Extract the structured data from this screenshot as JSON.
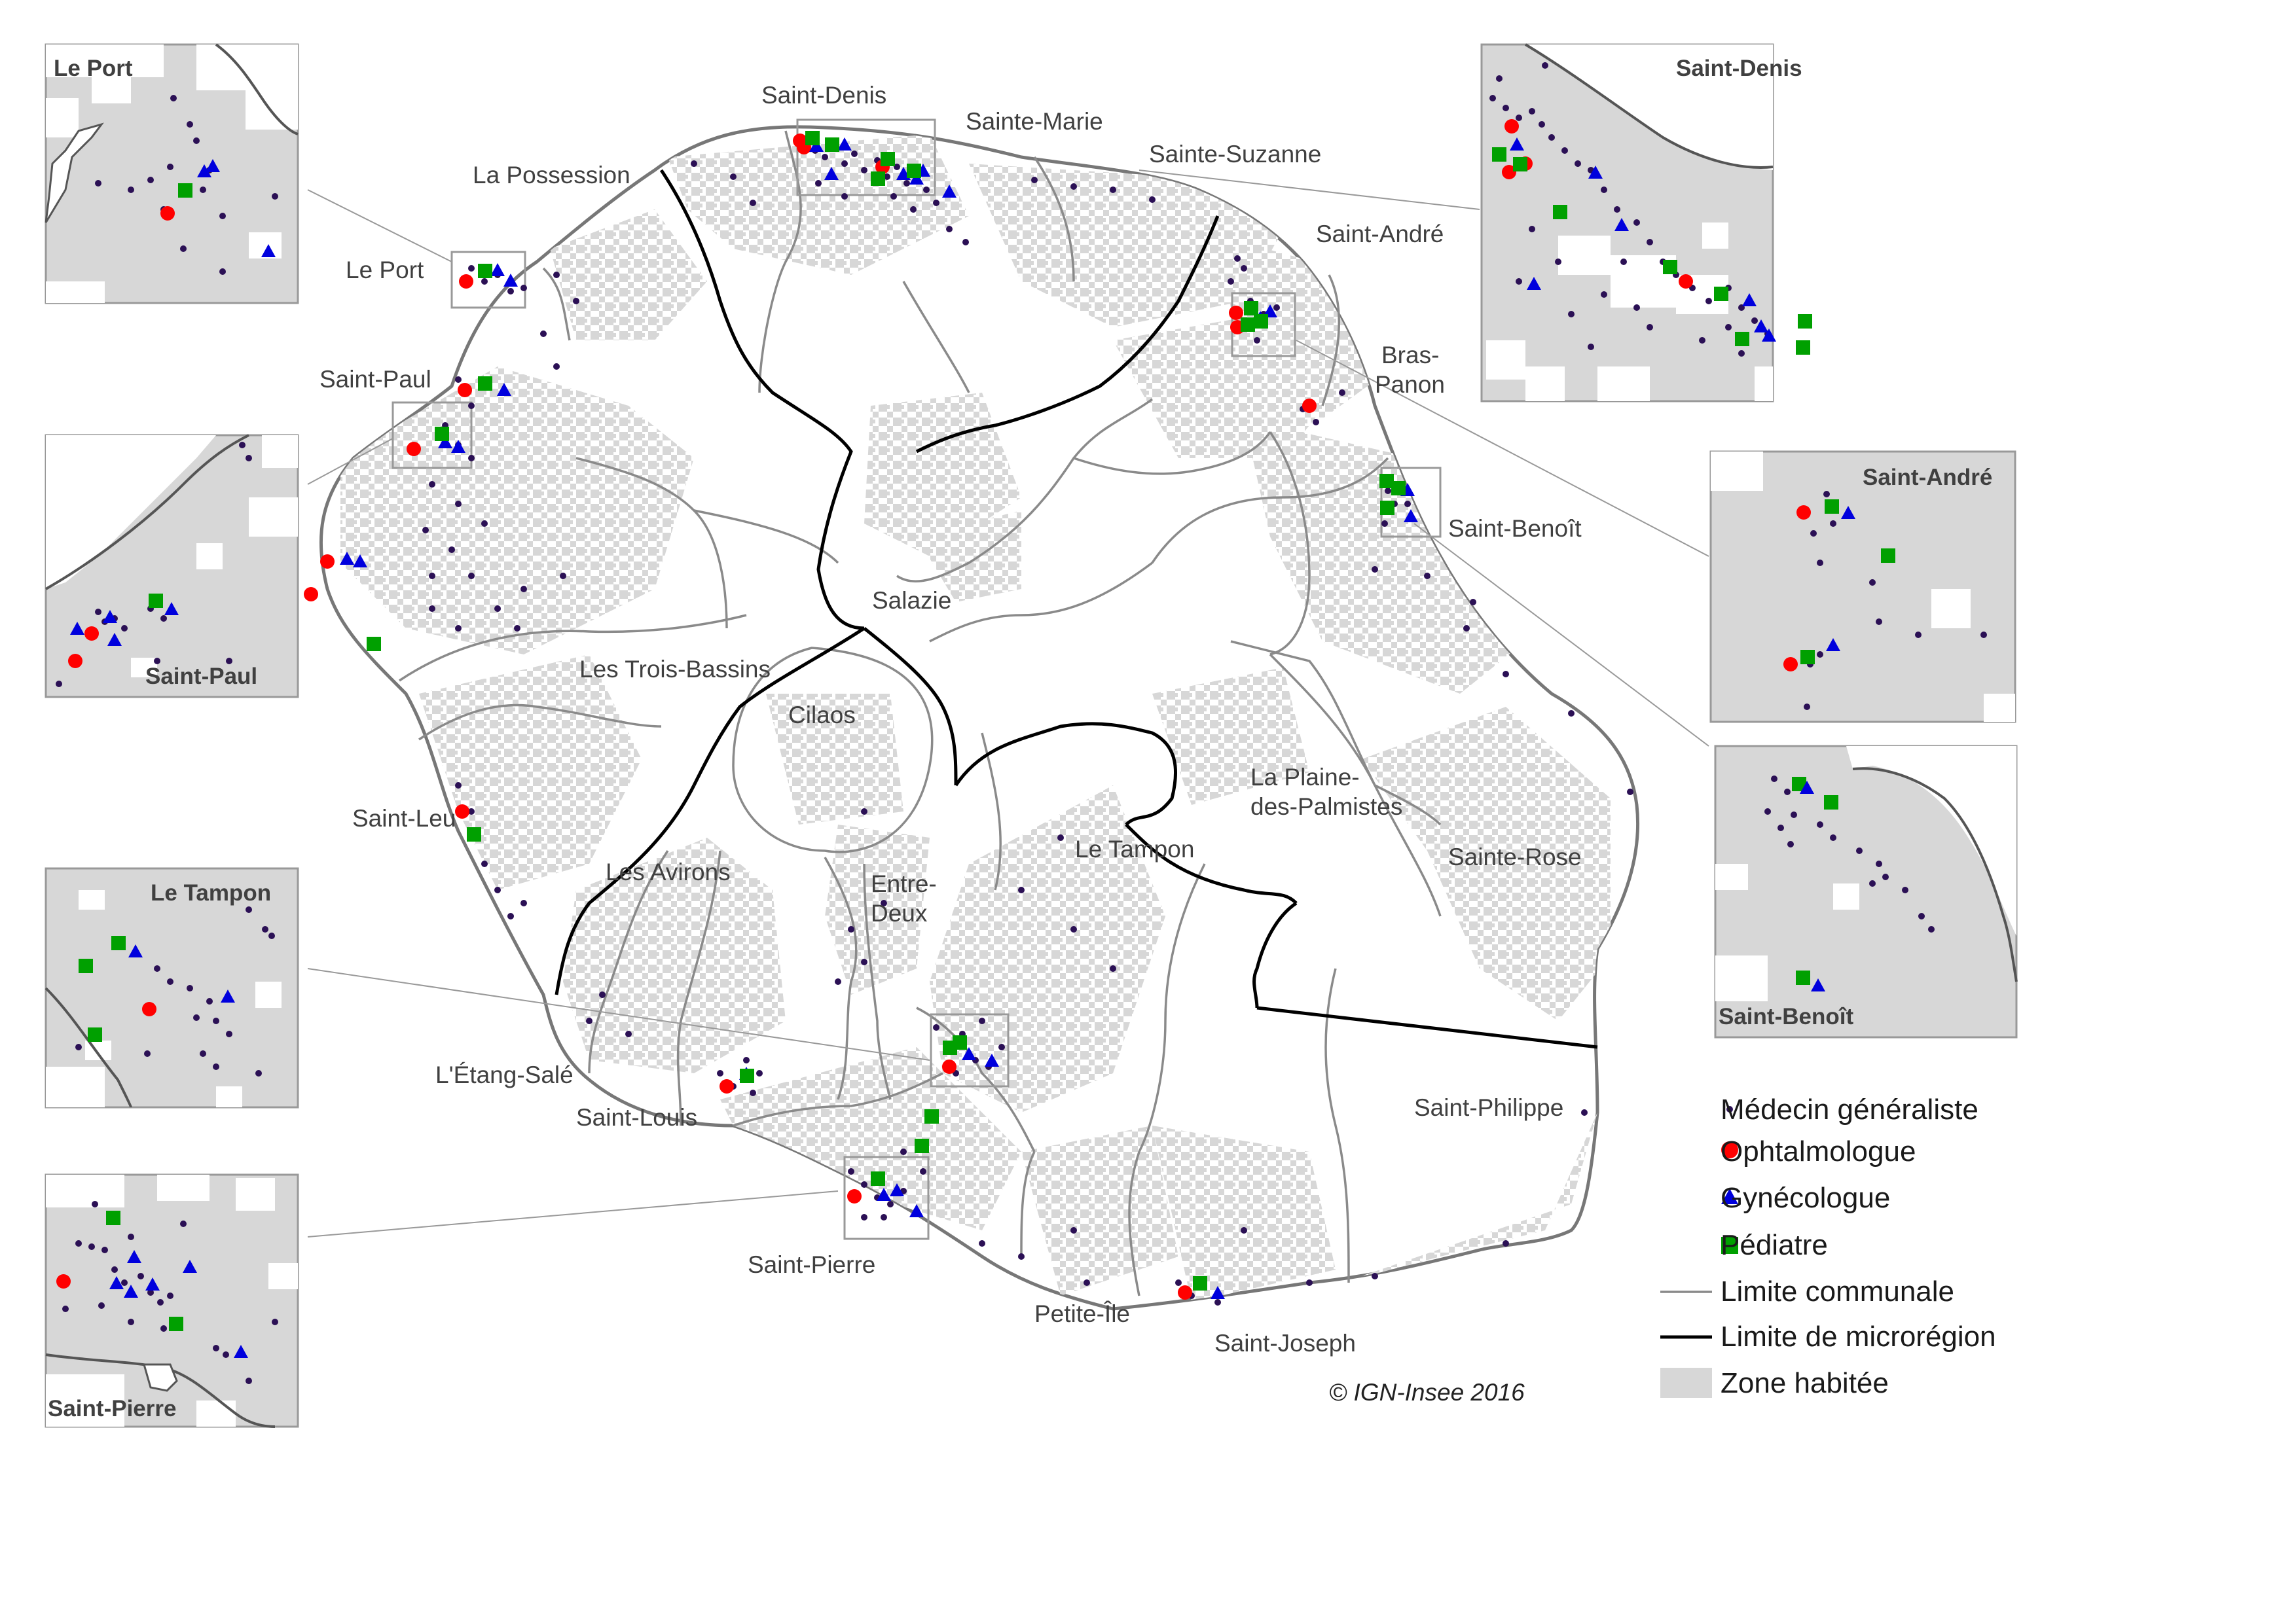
{
  "colors": {
    "inhabited": "#d7d7d7",
    "commune_limit": "#8a8a8a",
    "microregion_limit": "#000000",
    "coast": "#777777",
    "generalist": "#2b1055",
    "ophthalmologist": "#ff0000",
    "gynecologist": "#0000dd",
    "pediatrician": "#00a000",
    "background": "#ffffff"
  },
  "icons": {
    "generalist": "small-dot-icon",
    "ophthalmologist": "red-circle-icon",
    "gynecologist": "blue-triangle-icon",
    "pediatrician": "green-square-icon",
    "commune_limit": "thin-grey-line-icon",
    "microregion_limit": "thick-black-line-icon",
    "inhabited_zone": "grey-patch-icon"
  },
  "communes": [
    "Saint-Denis",
    "Sainte-Marie",
    "Sainte-Suzanne",
    "La Possession",
    "Le Port",
    "Saint-André",
    "Bras-Panon",
    "Saint-Paul",
    "Saint-Benoît",
    "Salazie",
    "Les Trois-Bassins",
    "Cilaos",
    "Saint-Leu",
    "La Plaine-des-Palmistes",
    "Le Tampon",
    "Les Avirons",
    "Entre-Deux",
    "Sainte-Rose",
    "L'Étang-Salé",
    "Saint-Louis",
    "Saint-Philippe",
    "Saint-Pierre",
    "Petite-Île",
    "Saint-Joseph"
  ],
  "insets": {
    "le_port": "Le Port",
    "saint_paul": "Saint-Paul",
    "le_tampon": "Le Tampon",
    "saint_pierre": "Saint-Pierre",
    "saint_denis": "Saint-Denis",
    "saint_andre": "Saint-André",
    "saint_benoit": "Saint-Benoît"
  },
  "legend": {
    "generalist": "Médecin généraliste",
    "ophthalmologist": "Ophtalmologue",
    "gynecologist": "Gynécologue",
    "pediatrician": "Pédiatre",
    "commune_limit": "Limite communale",
    "microregion_limit": "Limite de microrégion",
    "inhabited_zone": "Zone habitée"
  },
  "copyright": "© IGN-Insee 2016"
}
